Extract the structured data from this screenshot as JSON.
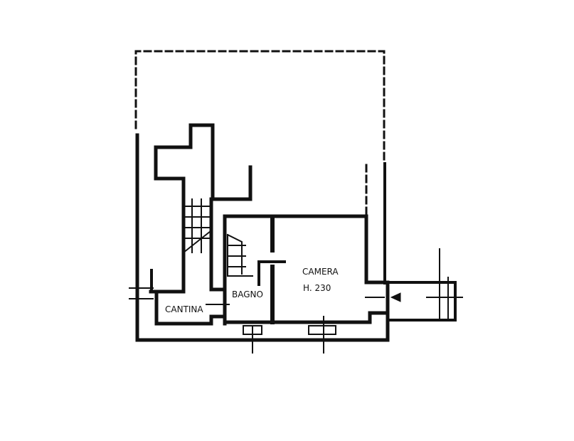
{
  "plan": {
    "rooms": [
      {
        "name": "CAMERA",
        "height_label": "H. 230"
      },
      {
        "name": "BAGNO"
      },
      {
        "name": "CANTINA"
      }
    ]
  },
  "colors": {
    "wall": "#111111",
    "background": "#ffffff"
  }
}
